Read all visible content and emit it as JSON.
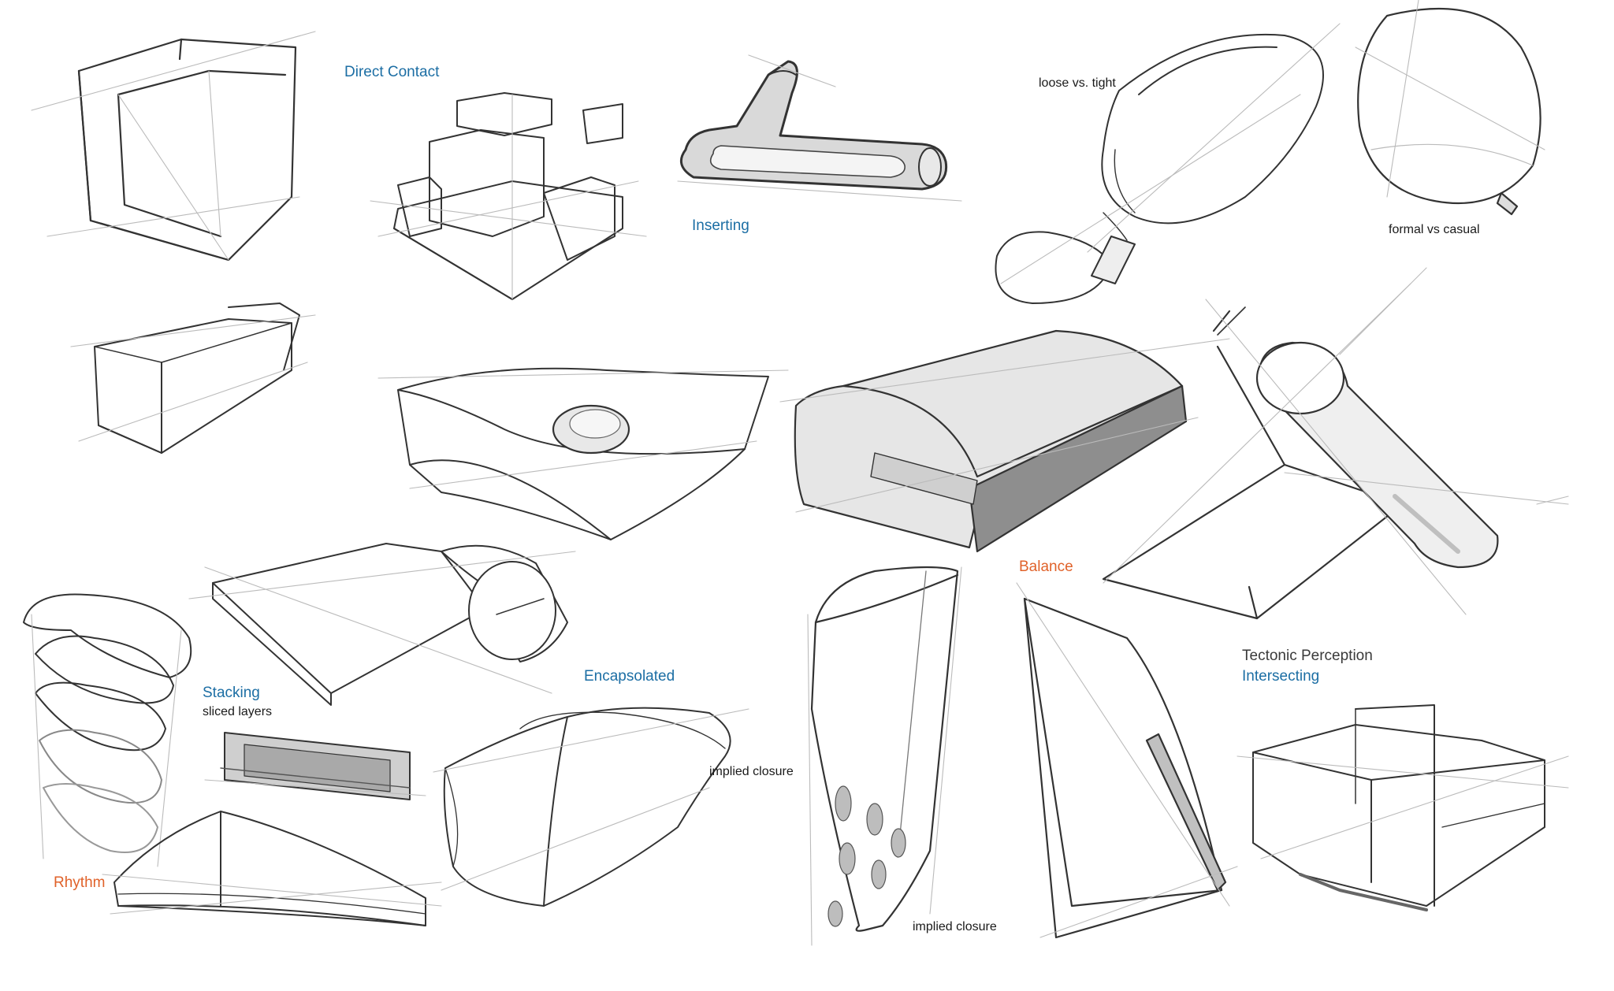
{
  "labels": {
    "direct_contact": "Direct Contact",
    "inserting": "Inserting",
    "loose_vs_tight": "loose vs. tight",
    "formal_vs_casual": "formal vs casual",
    "balance": "Balance",
    "tectonic_perception": "Tectonic Perception",
    "intersecting": "Intersecting",
    "stacking": "Stacking",
    "sliced_layers": "sliced layers",
    "encapsolated": "Encapsolated",
    "implied_closure_1": "implied closure",
    "implied_closure_2": "implied closure",
    "rhythm": "Rhythm"
  },
  "colors": {
    "label_blue": "#1c6ea4",
    "label_orange": "#e0622a",
    "pencil_dark": "#333333",
    "pencil_light": "#b8b8b8"
  }
}
